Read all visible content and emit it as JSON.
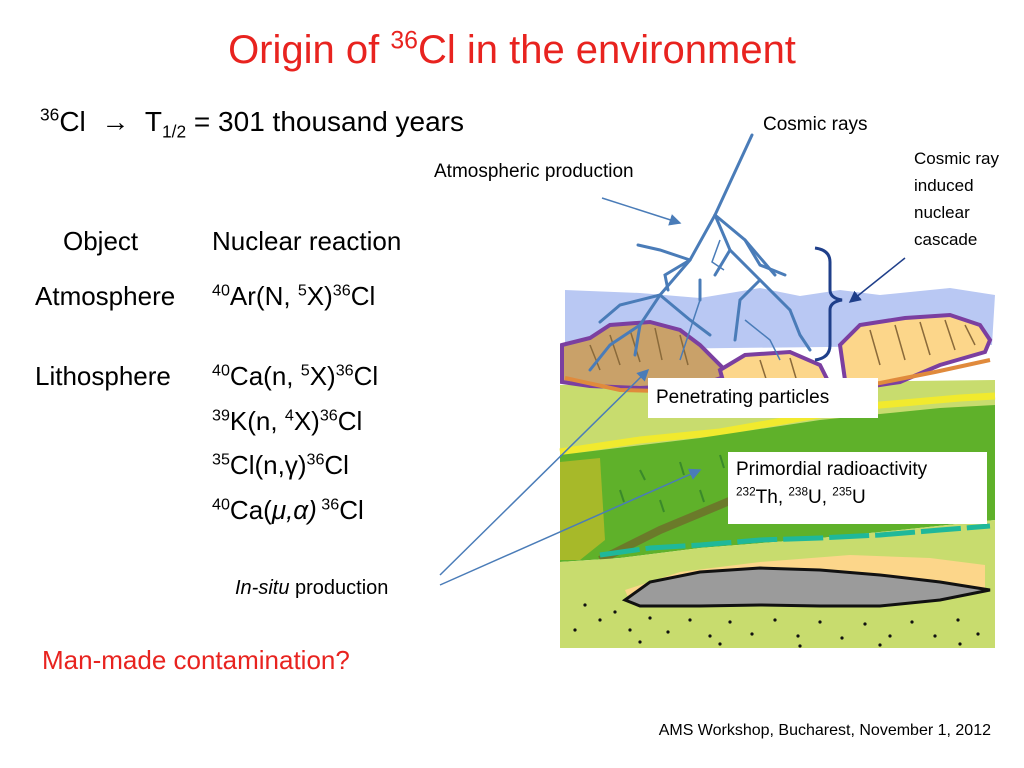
{
  "slide": {
    "title_pre": "Origin of ",
    "title_sup": "36",
    "title_post": "Cl in the environment",
    "halflife": {
      "iso_sup": "36",
      "iso": "Cl",
      "arrow": "→",
      "t": "T",
      "t_sub": "1/2",
      "value": "= 301 thousand years"
    },
    "headers": {
      "object": "Object",
      "reaction": "Nuclear reaction"
    },
    "rows": [
      {
        "object": "Atmosphere",
        "reaction": {
          "a": "40",
          "b": "Ar(N, ",
          "c": "5",
          "d": "X)",
          "e": "36",
          "f": "Cl"
        }
      },
      {
        "object": "Lithosphere",
        "reaction": {
          "a": "40",
          "b": "Ca(n, ",
          "c": "5",
          "d": "X)",
          "e": "36",
          "f": "Cl"
        }
      },
      {
        "object": "",
        "reaction": {
          "a": "39",
          "b": "K(n, ",
          "c": "4",
          "d": "X)",
          "e": "36",
          "f": "Cl"
        }
      },
      {
        "object": "",
        "reaction": {
          "a": "35",
          "b": "Cl(n,γ)",
          "c": "",
          "d": "",
          "e": "36",
          "f": "Cl"
        }
      },
      {
        "object": "",
        "reaction": {
          "a": "40",
          "b": "Ca(",
          "c": "",
          "d": "μ,α)",
          "e": " 36",
          "f": "Cl"
        }
      }
    ],
    "insitu": {
      "italic": "In-situ",
      "rest": " production"
    },
    "manmade": "Man-made contamination?",
    "footer": "AMS Workshop, Bucharest, November 1, 2012"
  },
  "diagram": {
    "cosmic_rays": "Cosmic rays",
    "atmospheric_production": "Atmospheric production",
    "cascade_lines": [
      "Cosmic ray",
      "induced",
      "nuclear",
      "cascade"
    ],
    "penetrating": "Penetrating particles",
    "primordial": "Primordial radioactivity",
    "isotopes": {
      "a": "232",
      "b": "Th, ",
      "c": "238",
      "d": "U, ",
      "e": "235",
      "f": "U"
    }
  },
  "colors": {
    "title": "#e8231f",
    "arrows": "#4a7cb8",
    "sky": "#b9c8f3",
    "ground": "#c8dc6e",
    "green_layer": "#5fb12a"
  }
}
